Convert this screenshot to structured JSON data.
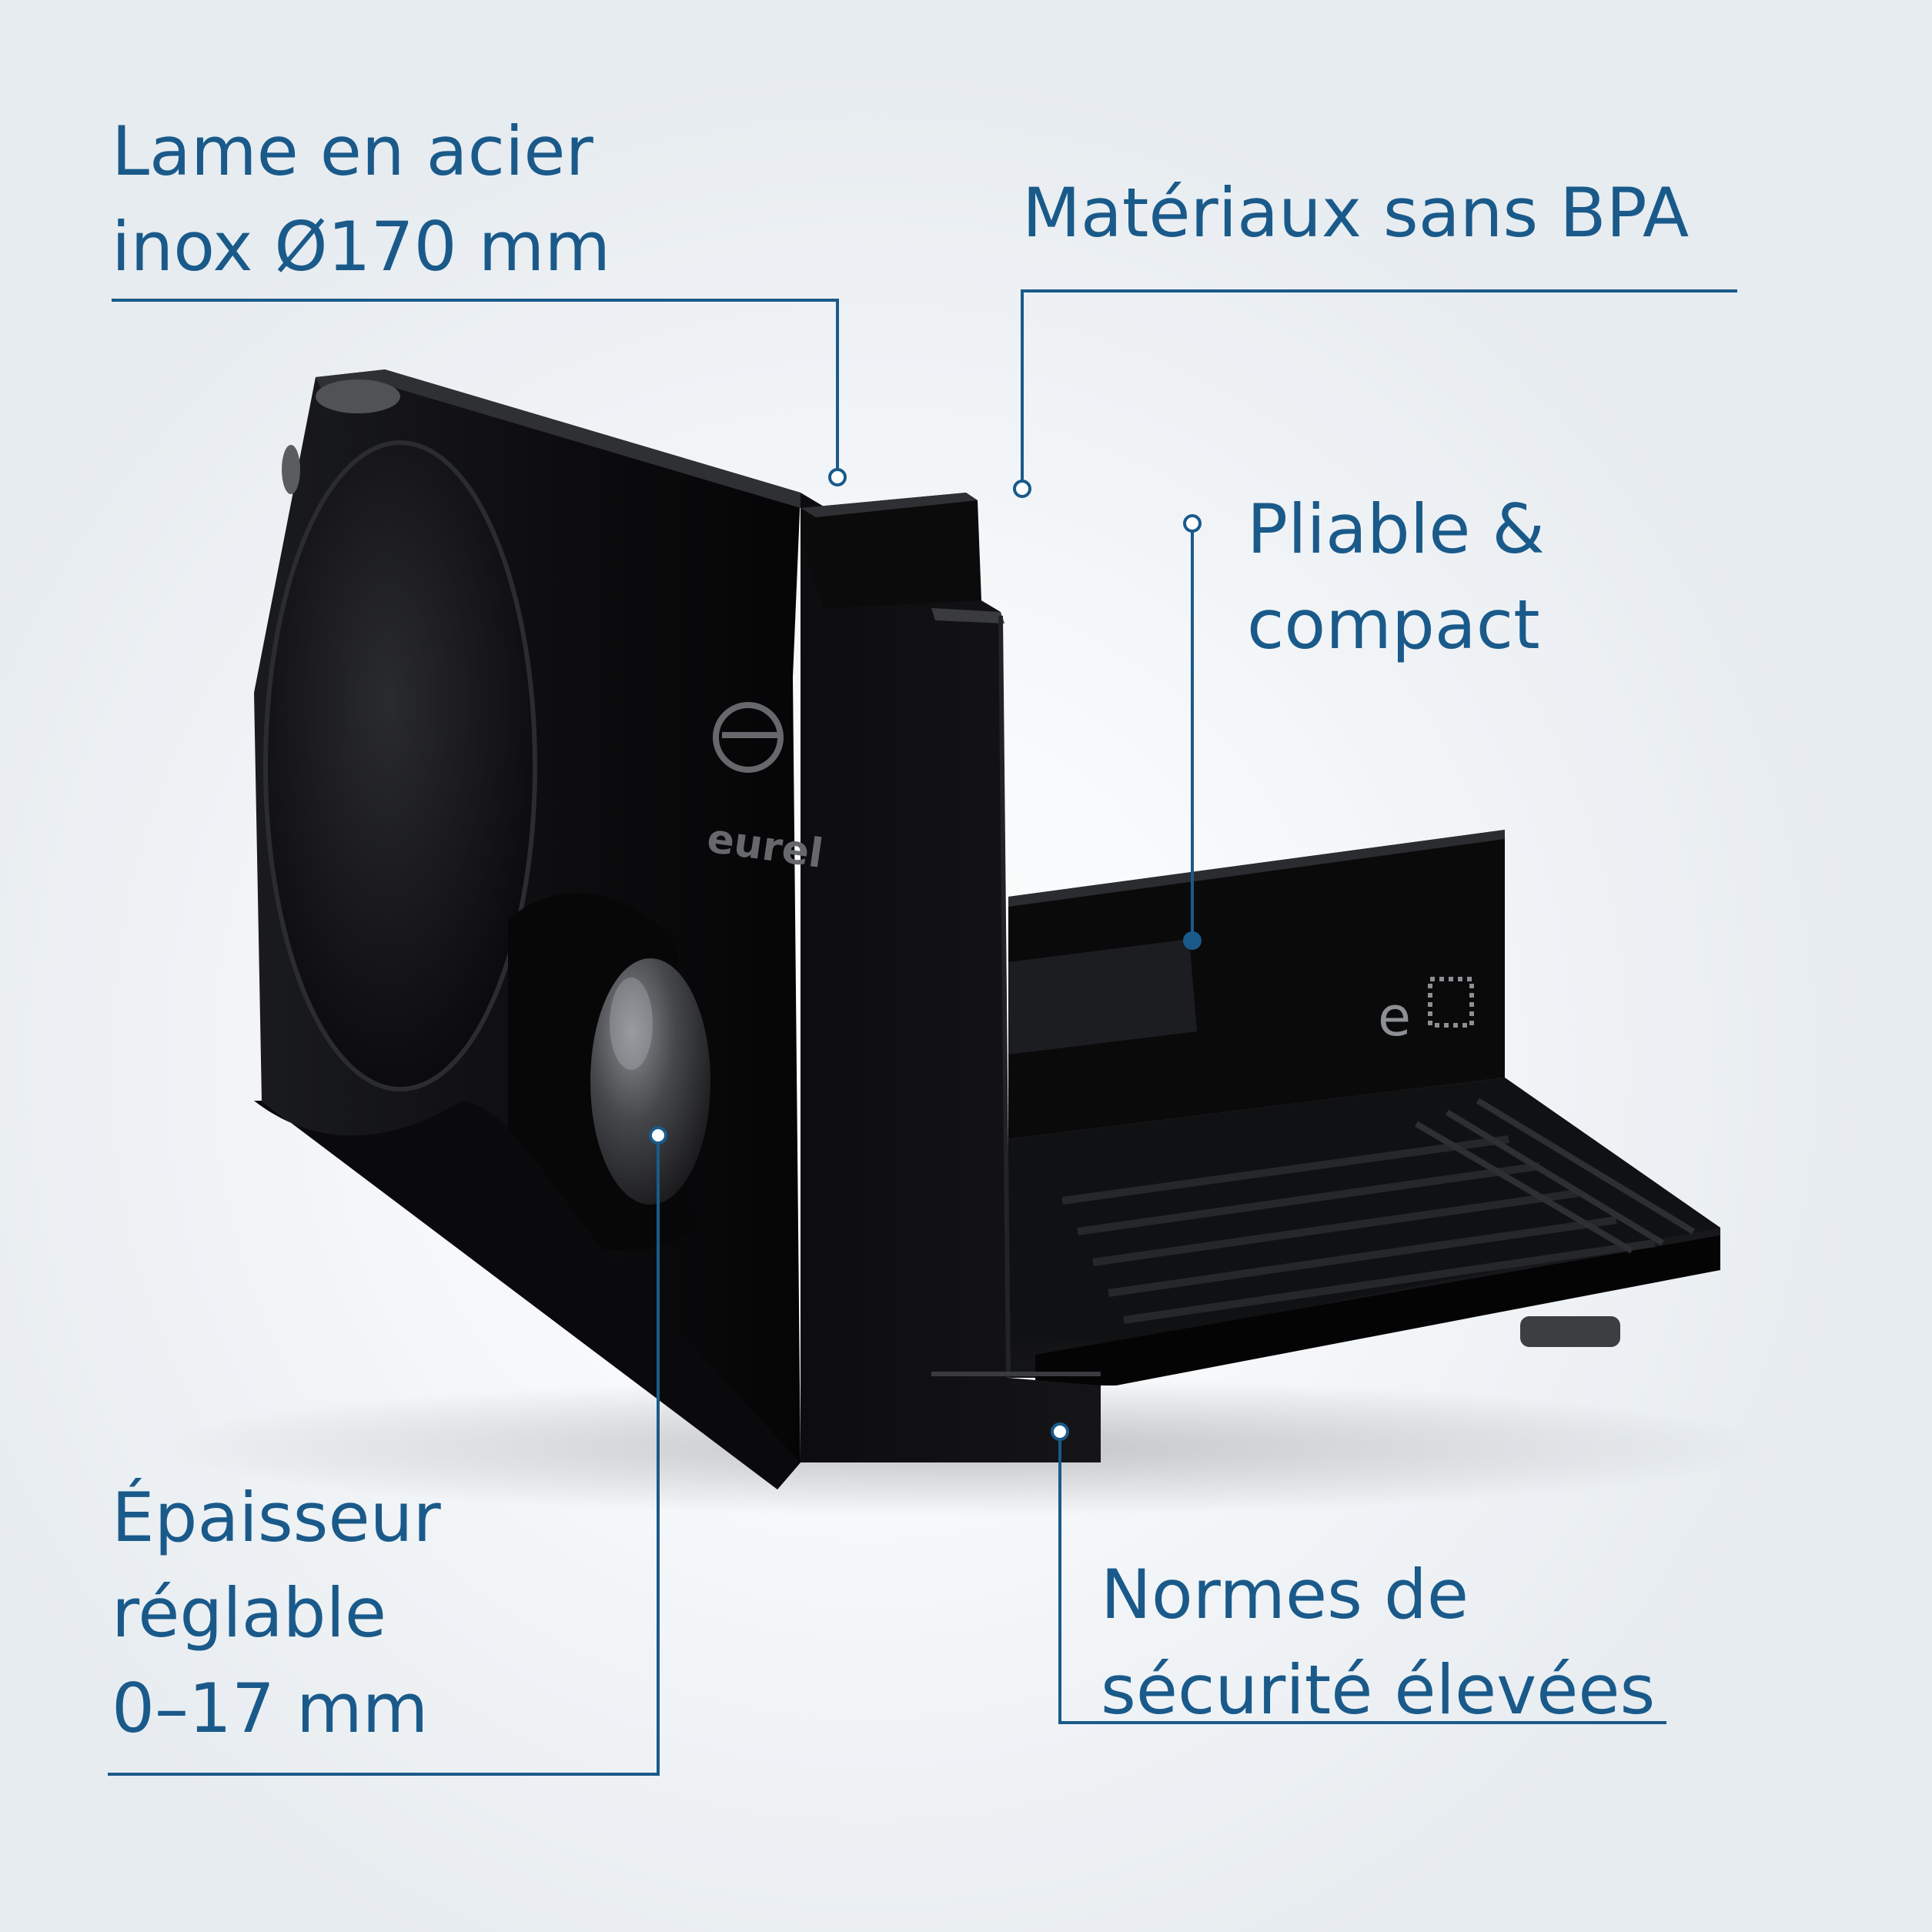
{
  "product": {
    "logo_text": "eurel",
    "logo_letter": "e"
  },
  "callouts": {
    "blade": {
      "lines": [
        "Lame en acier",
        "inox Ø170 mm"
      ]
    },
    "materials": {
      "lines": [
        "Matériaux sans BPA"
      ]
    },
    "foldable": {
      "lines": [
        "Pliable &",
        "compact"
      ]
    },
    "thickness": {
      "lines": [
        "Épaisseur",
        "réglable",
        "0–17 mm"
      ]
    },
    "safety": {
      "lines": [
        "Normes de",
        "sécurité élevées"
      ]
    }
  },
  "colors": {
    "accent": "#1a5a8a",
    "body": "#0b0b0c",
    "background": "#f3f6f8"
  }
}
